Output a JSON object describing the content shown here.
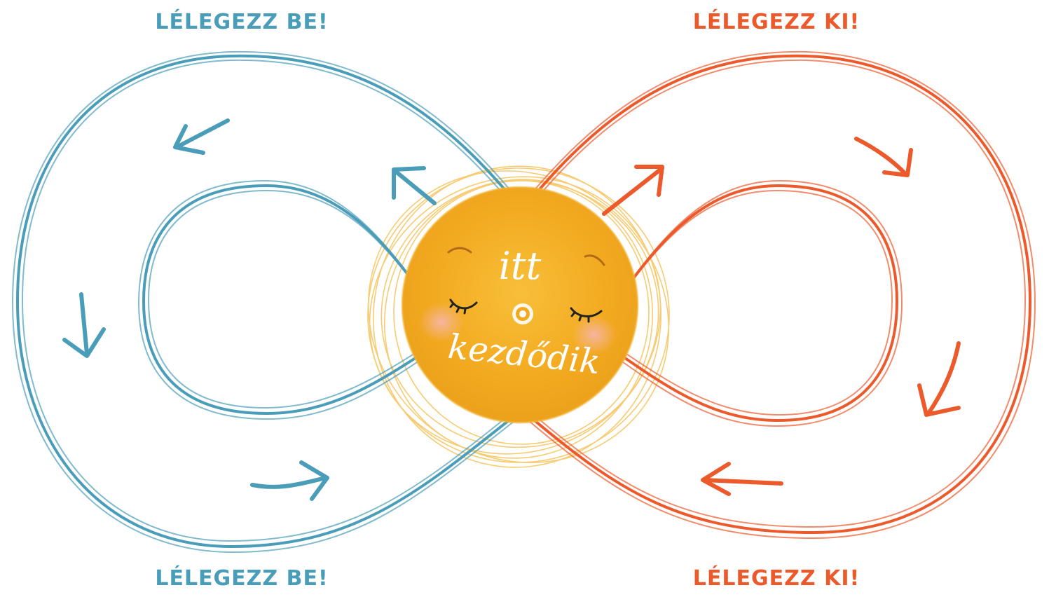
{
  "labels": {
    "top_left": "LÉLEGEZZ BE!",
    "bottom_left": "LÉLEGEZZ BE!",
    "top_right": "LÉLEGEZZ KI!",
    "bottom_right": "LÉLEGEZZ KI!"
  },
  "sun": {
    "line1": "itt",
    "line2": "kezdődik"
  },
  "colors": {
    "inhale": "#4a9db8",
    "exhale": "#ec5a2c",
    "sun": "#f5b428",
    "sun_rays": "#f6c25a",
    "cheek": "#f4a99a"
  }
}
